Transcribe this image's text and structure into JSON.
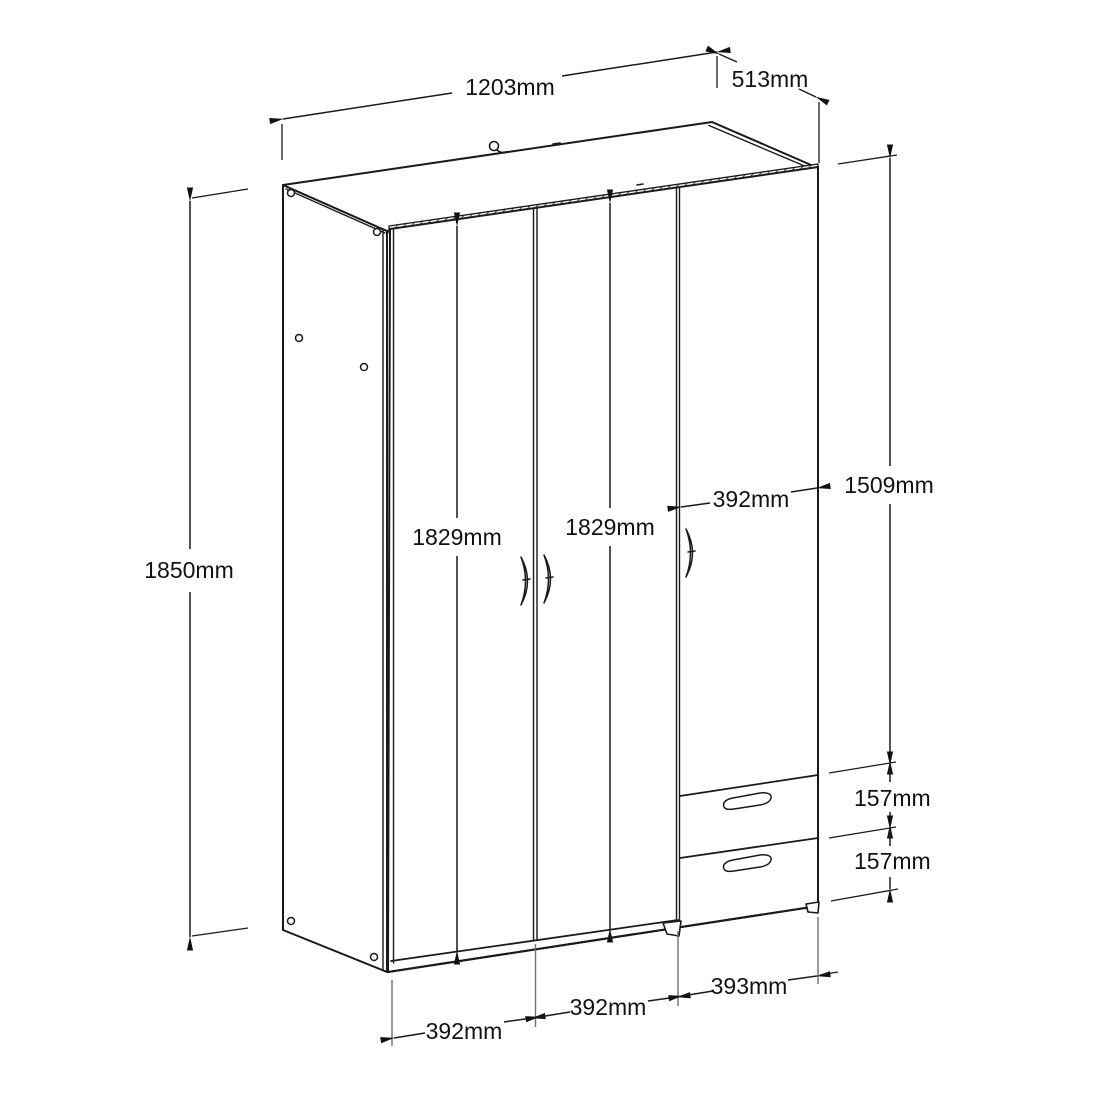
{
  "drawing": {
    "type": "furniture-technical-drawing",
    "subject": "3-door 2-drawer wardrobe, isometric line drawing with dimensions",
    "unit": "mm",
    "line_color": "#1a1a1a",
    "background": "#ffffff"
  },
  "dimensions": {
    "width": "1203mm",
    "depth": "513mm",
    "height": "1850mm",
    "door_left_height": "1829mm",
    "door_middle_height": "1829mm",
    "door_right_width": "392mm",
    "door_right_height": "1509mm",
    "drawer_top_height": "157mm",
    "drawer_bottom_height": "157mm",
    "door_left_width": "392mm",
    "door_middle_width": "392mm",
    "drawer_section_width": "393mm"
  }
}
